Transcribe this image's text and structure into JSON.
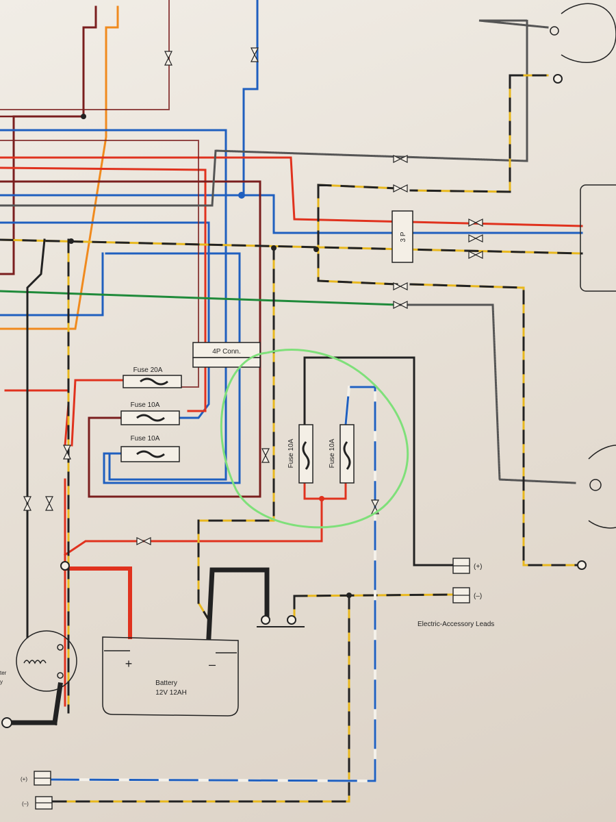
{
  "diagram": {
    "fuses_left": [
      {
        "label": "Fuse 20A"
      },
      {
        "label": "Fuse 10A"
      },
      {
        "label": "Fuse 10A"
      }
    ],
    "fuses_circled": [
      {
        "label": "Fuse 10A"
      },
      {
        "label": "Fuse 10A"
      }
    ],
    "connector_4p": "4P Conn.",
    "connector_3p": "3 P",
    "accessory_plus": "(+)",
    "accessory_minus": "(–)",
    "accessory_caption": "Electric-Accessory Leads",
    "battery": {
      "name": "Battery",
      "spec": "12V 12AH",
      "plus": "+",
      "minus": "–"
    },
    "bottom_plus": "(+)",
    "bottom_minus": "(–)",
    "left_edge_partial_1": "ter",
    "left_edge_partial_2": "y",
    "colors": {
      "red": "#e0321e",
      "blue": "#1f5fbf",
      "brown": "#7a1e1e",
      "orange": "#f08a1e",
      "green": "#1f8a3a",
      "black": "#222222",
      "yellow": "#e8b81e",
      "highlight_circle": "#7fe07a"
    }
  }
}
